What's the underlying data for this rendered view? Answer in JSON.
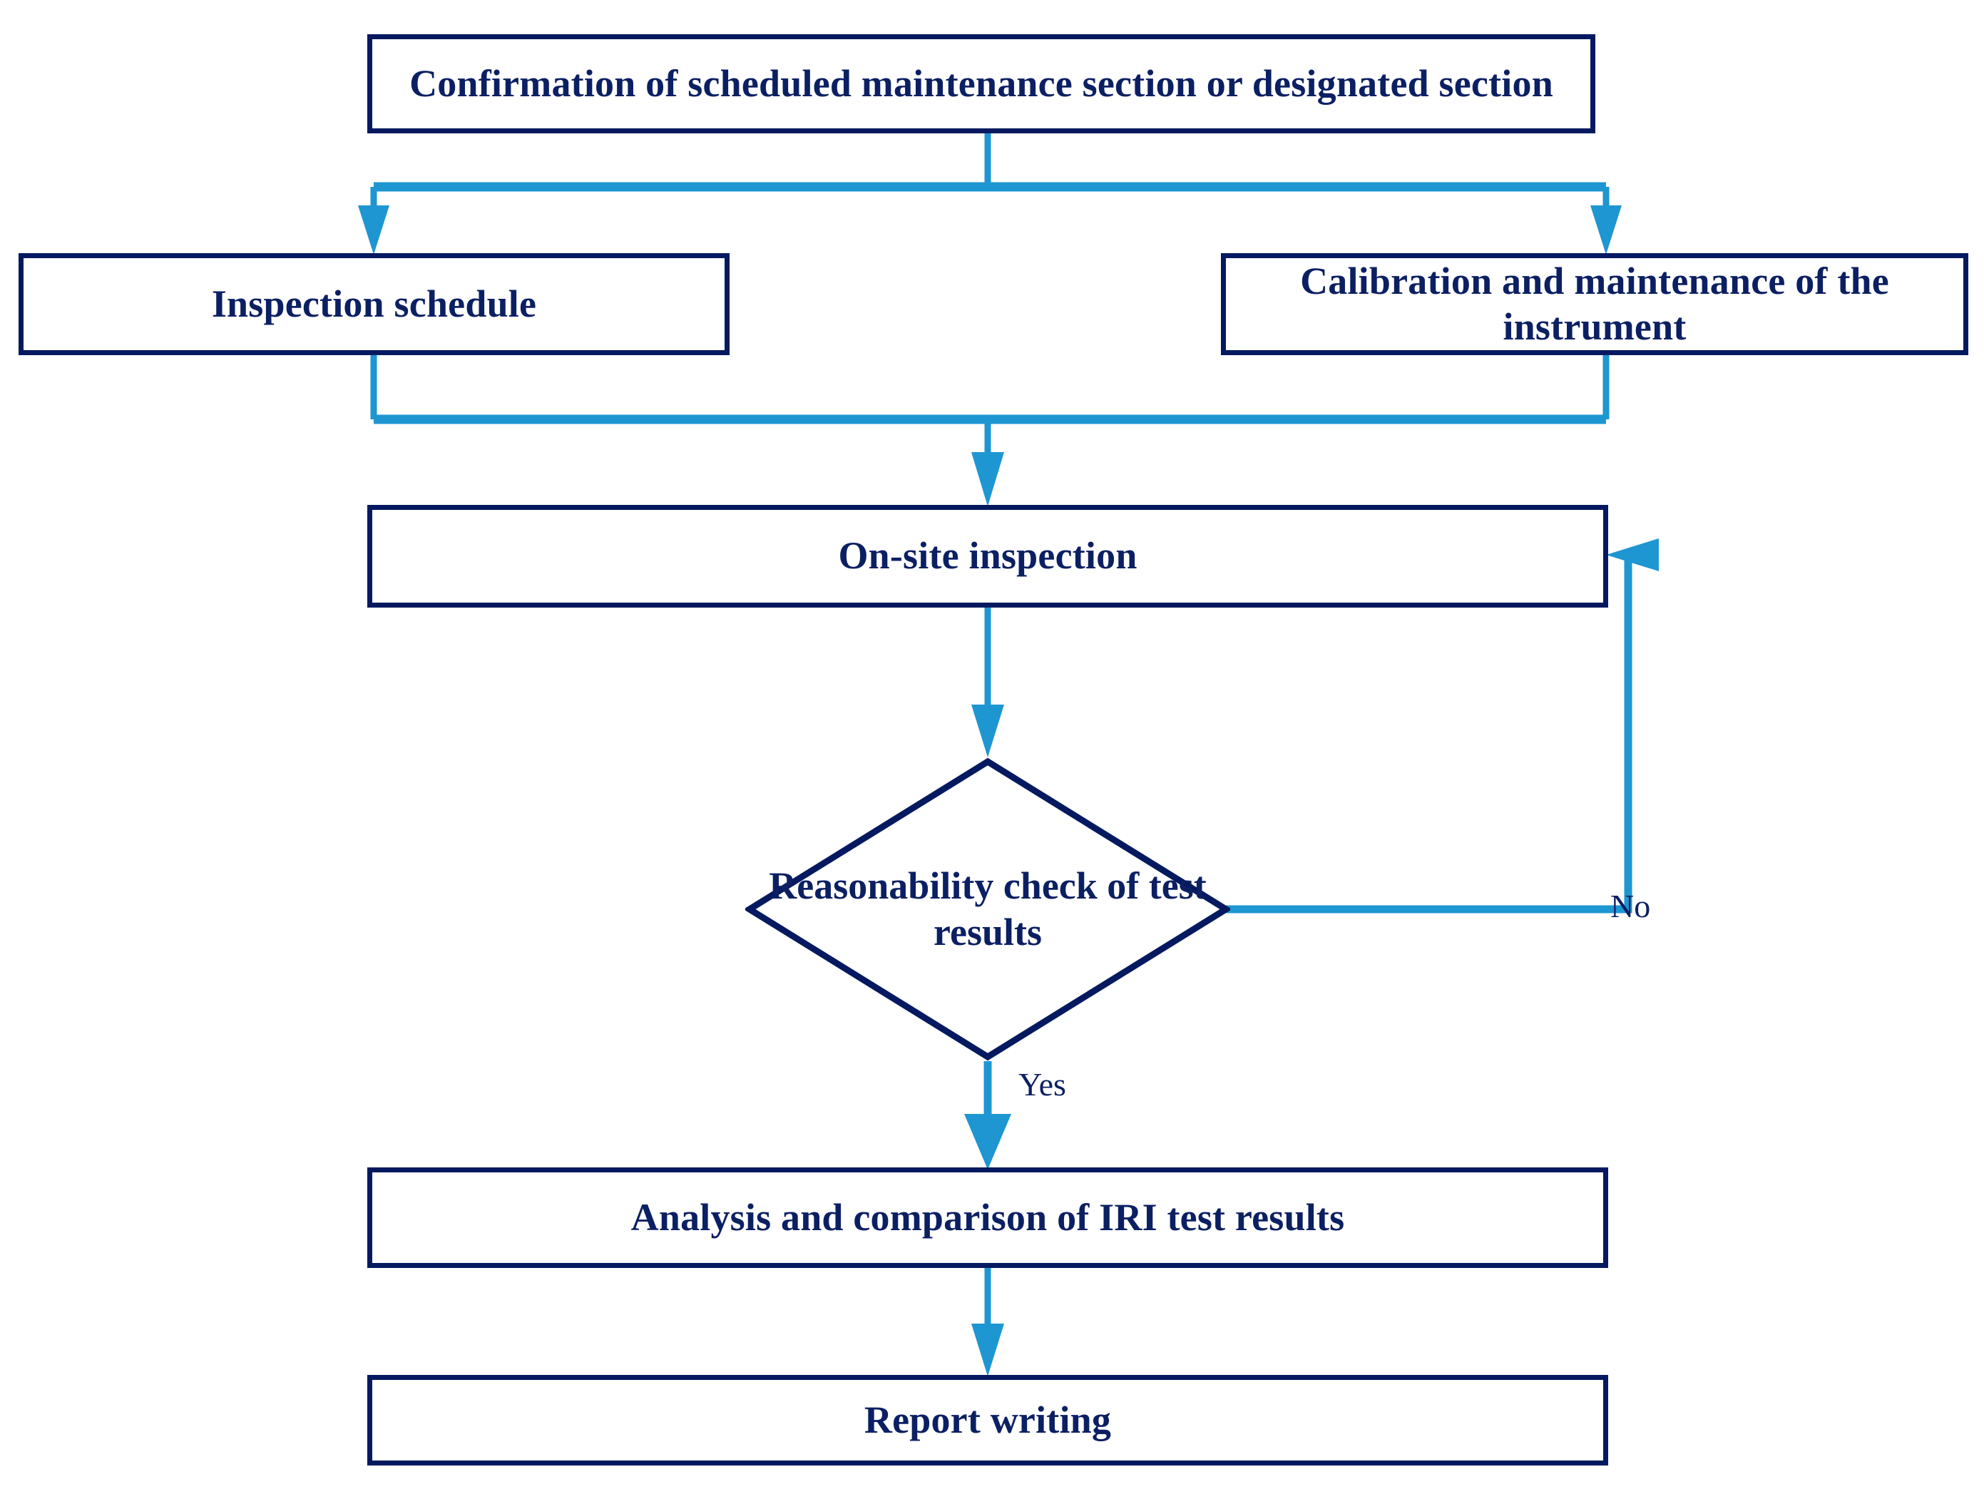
{
  "diagram": {
    "title_text": "IRI inspection workflow flowchart",
    "colors": {
      "node_border": "#04195F",
      "node_text": "#0B1F63",
      "connector": "#1E96D2",
      "background": "#FFFFFF"
    },
    "nodes": [
      {
        "id": "confirmation",
        "type": "process",
        "label": "Confirmation of scheduled maintenance section or designated section"
      },
      {
        "id": "schedule",
        "type": "process",
        "label": "Inspection schedule"
      },
      {
        "id": "calibration",
        "type": "process",
        "label": "Calibration and maintenance of the instrument"
      },
      {
        "id": "onsite",
        "type": "process",
        "label": "On-site inspection"
      },
      {
        "id": "reasonability",
        "type": "decision",
        "label": "Reasonability check of test results"
      },
      {
        "id": "analysis",
        "type": "process",
        "label": "Analysis and comparison of IRI test results"
      },
      {
        "id": "report",
        "type": "process",
        "label": "Report writing"
      }
    ],
    "edges": [
      {
        "id": "e1",
        "from": "confirmation",
        "to": "schedule",
        "label": ""
      },
      {
        "id": "e2",
        "from": "confirmation",
        "to": "calibration",
        "label": ""
      },
      {
        "id": "e3",
        "from": "schedule",
        "to": "onsite",
        "label": ""
      },
      {
        "id": "e4",
        "from": "calibration",
        "to": "onsite",
        "label": ""
      },
      {
        "id": "e5",
        "from": "onsite",
        "to": "reasonability",
        "label": ""
      },
      {
        "id": "e6",
        "from": "reasonability",
        "to": "onsite",
        "label": "No"
      },
      {
        "id": "e7",
        "from": "reasonability",
        "to": "analysis",
        "label": "Yes"
      },
      {
        "id": "e8",
        "from": "analysis",
        "to": "report",
        "label": ""
      }
    ],
    "edge_labels": {
      "no": "No",
      "yes": "Yes"
    }
  }
}
